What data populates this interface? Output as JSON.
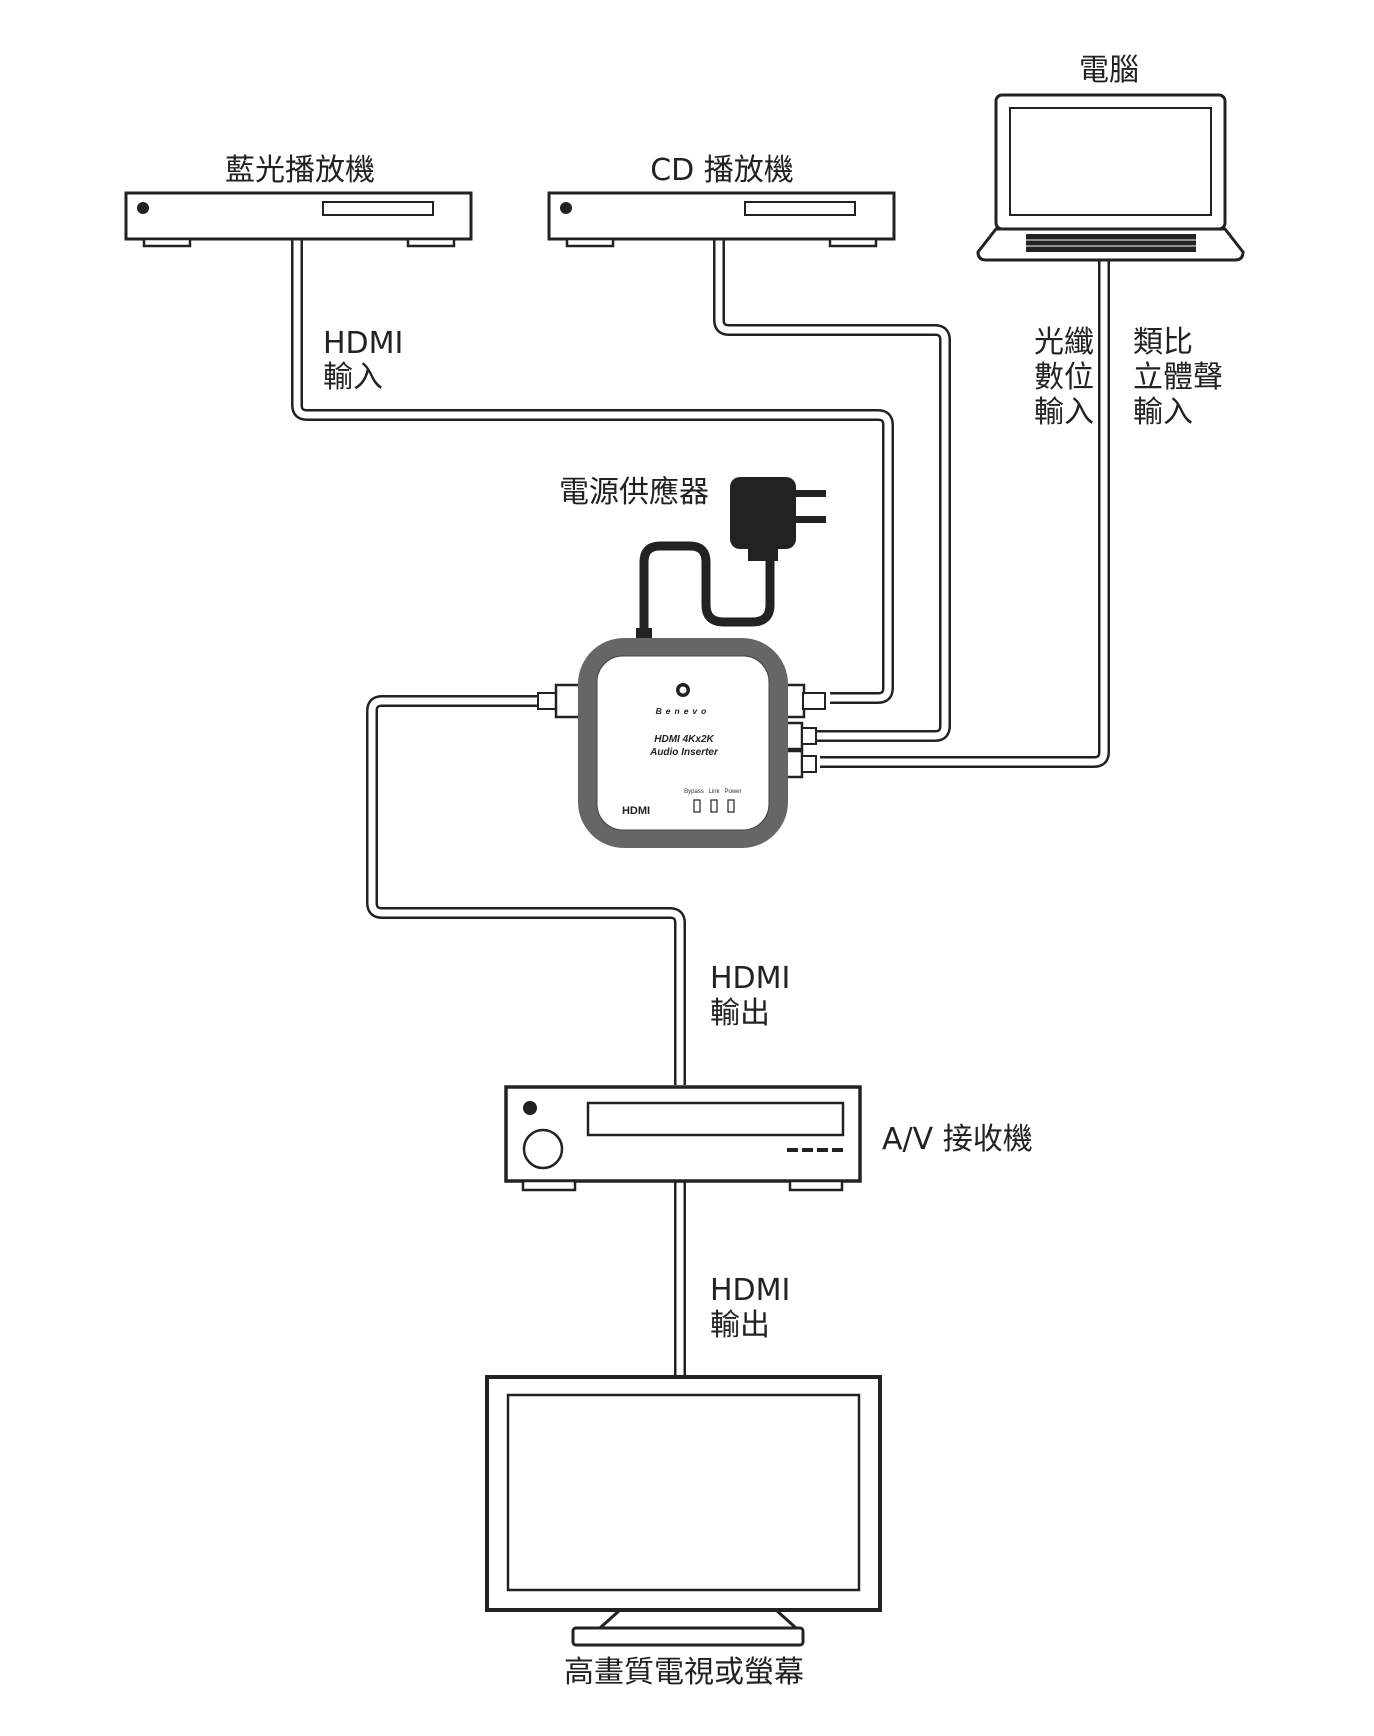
{
  "devices": {
    "bluray": {
      "label": "藍光播放機"
    },
    "cd": {
      "label": "CD 播放機"
    },
    "computer": {
      "label": "電腦"
    },
    "power": {
      "label": "電源供應器"
    },
    "receiver": {
      "label": "A/V 接收機"
    },
    "tv": {
      "label": "高畫質電視或螢幕"
    }
  },
  "connections": {
    "hdmi_in": {
      "line1": "HDMI",
      "line2": "輸入"
    },
    "optical_in": {
      "line1": "光纖",
      "line2": "數位",
      "line3": "輸入"
    },
    "analog_in": {
      "line1": "類比",
      "line2": "立體聲",
      "line3": "輸入"
    },
    "hdmi_out_1": {
      "line1": "HDMI",
      "line2": "輸出"
    },
    "hdmi_out_2": {
      "line1": "HDMI",
      "line2": "輸出"
    }
  },
  "inserter": {
    "brand": "Benevo",
    "model_line1": "HDMI 4Kx2K",
    "model_line2": "Audio Inserter",
    "led_bypass": "Bypass",
    "led_link": "Link",
    "led_power": "Power",
    "hdmi_logo": "HDMI"
  }
}
